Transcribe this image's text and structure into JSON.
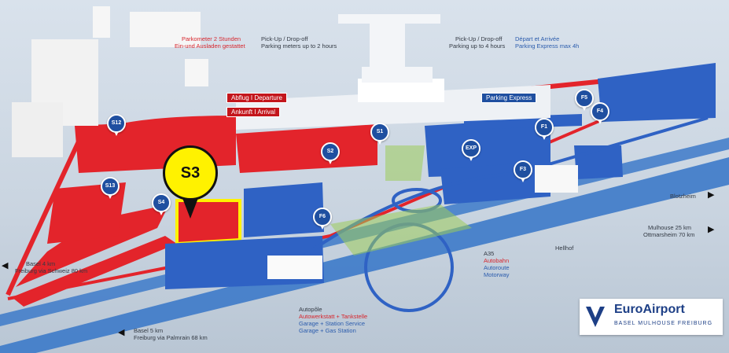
{
  "parking_labels": {
    "meters_de": "Parkometer 2 Stunden",
    "meters_de2": "Ein-und Ausladen gestattet",
    "meters_fr": "Pick-Up / Drop-off",
    "meters_en": "Parking meters up to 2 hours",
    "pickup_fr": "Pick-Up / Drop-off",
    "pickup_en": "Parking up to 4 hours",
    "depart_fr": "Départ et Arrivée",
    "depart_en": "Parking Express max 4h"
  },
  "signs": {
    "departure": "Abflug I Departure",
    "arrival": "Ankunft I Arrival",
    "parking_express": "Parking Express"
  },
  "parking_pins": {
    "s1": "S1",
    "s2": "S2",
    "s3": "S3",
    "s4": "S4",
    "s12": "S12",
    "s13": "S13",
    "f1": "F1",
    "f3": "F3",
    "f4": "F4",
    "f5": "F5",
    "f6": "F6",
    "exp": "EXP"
  },
  "directions": {
    "blotzheim": "Blotzheim",
    "mulhouse": "Mulhouse 25 km",
    "ottmarsheim": "Ottmarsheim 70 km",
    "basel_4": "Basel 4 km",
    "freiburg_schweiz": "Freiburg via Schweiz 80 km",
    "basel_5": "Basel 5 km",
    "freiburg_palmrain": "Freiburg via Palmrain 68 km",
    "hellhof": "Hellhof"
  },
  "road": {
    "a35": "A35",
    "autobahn": "Autobahn",
    "autoroute": "Autoroute",
    "motorway": "Motorway"
  },
  "autopole": {
    "title": "Autopôle",
    "de": "Autowerkstatt + Tankstelle",
    "fr": "Garage + Station Service",
    "en": "Garage + Gas Station"
  },
  "logo": {
    "name": "EuroAirport",
    "sub": "BASEL MULHOUSE FREIBURG"
  },
  "colors": {
    "red_zone": "#e3242b",
    "blue_zone": "#2f62c4",
    "highlight": "#fff200"
  }
}
